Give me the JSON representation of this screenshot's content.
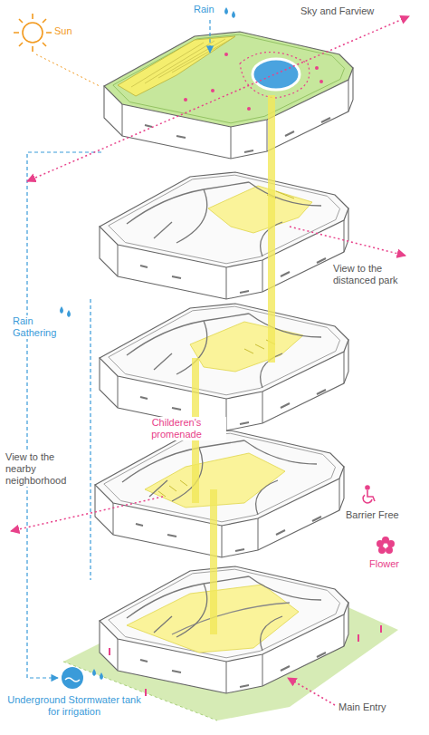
{
  "diagram": {
    "labels": [
      "Sun",
      "Rain",
      "Sky and Farview",
      "View to the distanced park",
      "Rain Gathering",
      "Childeren's promenade",
      "View to the nearby neighborhood",
      "Barrier Free",
      "Flower",
      "Main Entry",
      "Underground Stormwater tank for irrigation"
    ]
  }
}
